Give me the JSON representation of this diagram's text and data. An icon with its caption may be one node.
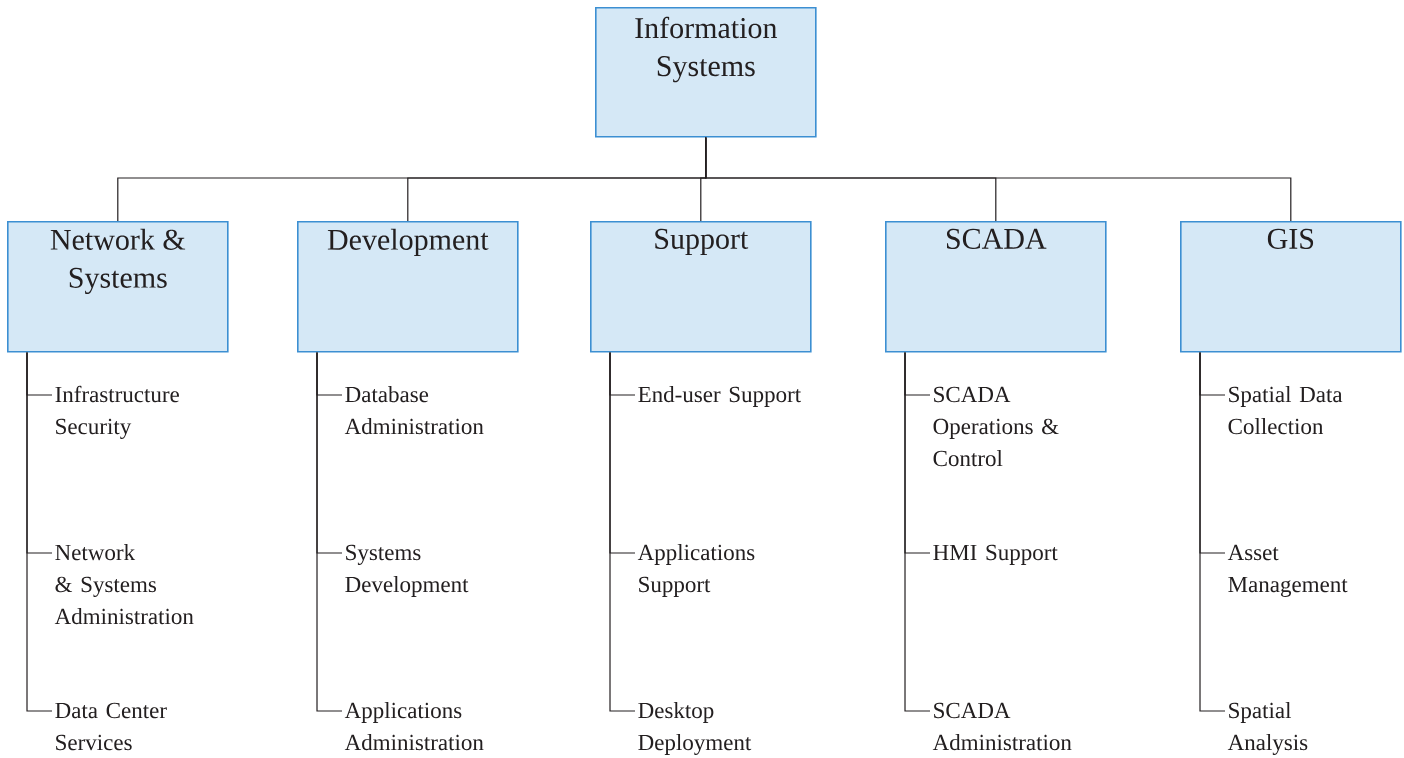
{
  "diagram": {
    "nodes": [
      {
        "text": [
          "Information Systems"
        ]
      },
      {
        "text": [
          "Network & Systems"
        ]
      },
      {
        "text": [
          "Development"
        ]
      },
      {
        "text": [
          "Support"
        ]
      },
      {
        "text": [
          "SCADA"
        ]
      },
      {
        "text": [
          "GIS"
        ]
      },
      {
        "text": [
          "Infrastructure Security"
        ]
      },
      {
        "text": [
          "Network & Systems Administration"
        ]
      },
      {
        "text": [
          "Data Center Services"
        ]
      },
      {
        "text": [
          "Database Administration"
        ]
      },
      {
        "text": [
          "Systems Development"
        ]
      },
      {
        "text": [
          "Applications Administration"
        ]
      },
      {
        "text": [
          "End-user Support"
        ]
      },
      {
        "text": [
          "Applications Support"
        ]
      },
      {
        "text": [
          "Desktop Deployment"
        ]
      },
      {
        "text": [
          "SCADA Operations & Control"
        ]
      },
      {
        "text": [
          "HMI Support"
        ]
      },
      {
        "text": [
          "SCADA Administration"
        ]
      },
      {
        "text": [
          "Spatial Data Collection"
        ]
      },
      {
        "text": [
          "Asset Management"
        ]
      },
      {
        "text": [
          "Spatial Analysis"
        ]
      }
    ],
    "edges": [
      {
        "from": 0,
        "to": 1,
        "arrow": "none"
      },
      {
        "from": 0,
        "to": 2,
        "arrow": "none"
      },
      {
        "from": 0,
        "to": 3,
        "arrow": "none"
      },
      {
        "from": 0,
        "to": 4,
        "arrow": "none"
      },
      {
        "from": 0,
        "to": 5,
        "arrow": "none"
      },
      {
        "from": 1,
        "to": 6,
        "arrow": "none"
      },
      {
        "from": 1,
        "to": 7,
        "arrow": "none"
      },
      {
        "from": 1,
        "to": 8,
        "arrow": "none"
      },
      {
        "from": 2,
        "to": 9,
        "arrow": "none"
      },
      {
        "from": 2,
        "to": 10,
        "arrow": "none"
      },
      {
        "from": 2,
        "to": 11,
        "arrow": "none"
      },
      {
        "from": 3,
        "to": 12,
        "arrow": "none"
      },
      {
        "from": 3,
        "to": 13,
        "arrow": "none"
      },
      {
        "from": 3,
        "to": 14,
        "arrow": "none"
      },
      {
        "from": 4,
        "to": 15,
        "arrow": "none"
      },
      {
        "from": 4,
        "to": 16,
        "arrow": "none"
      },
      {
        "from": 4,
        "to": 17,
        "arrow": "none"
      },
      {
        "from": 5,
        "to": 18,
        "arrow": "none"
      },
      {
        "from": 5,
        "to": 19,
        "arrow": "none"
      },
      {
        "from": 5,
        "to": 20,
        "arrow": "none"
      }
    ]
  }
}
